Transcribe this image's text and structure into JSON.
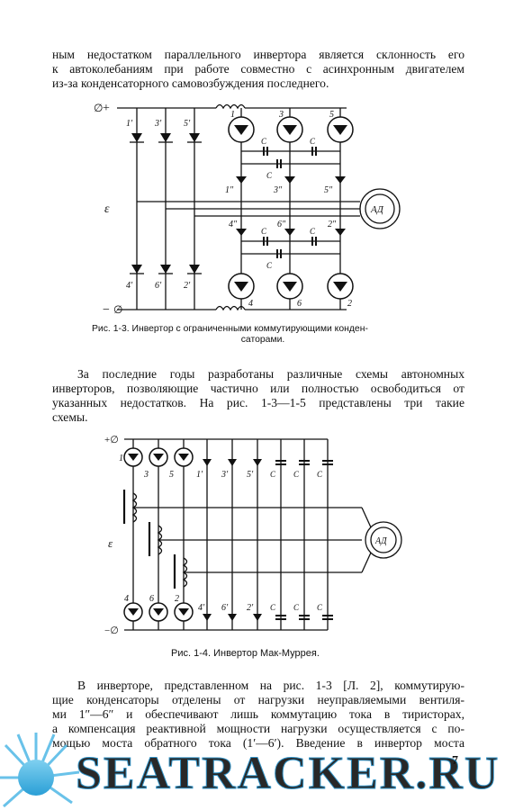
{
  "page": {
    "paragraph1": {
      "lines": [
        "ным недостатком параллельного инвертора является склонность его",
        "к автоколебаниям при работе совместно с асинхронным двигателем",
        "из-за конденсаторного самовозбуждения последнего."
      ]
    },
    "figure1": {
      "caption_lines": [
        "Рис. 1-3. Инвертор с ограниченными коммутирующими конден-",
        "саторами."
      ],
      "labels": {
        "plus": "+",
        "minus": "−",
        "null_sign": "∅",
        "epsilon": "ε",
        "motor": "АД",
        "cap": "С",
        "top_diodes": [
          "1′",
          "3′",
          "5′"
        ],
        "bottom_diodes": [
          "4′",
          "6′",
          "2′"
        ],
        "top_thyristors": [
          "1",
          "3",
          "5"
        ],
        "bottom_thyristors": [
          "4",
          "6",
          "2"
        ],
        "upper_valves": [
          "1″",
          "3″",
          "5″"
        ],
        "lower_valves": [
          "4″",
          "6″",
          "2″"
        ]
      }
    },
    "paragraph2": {
      "lines": [
        "За последние годы разработаны различные схемы автономных",
        "инверторов, позволяющие частично или полностью освободиться от",
        "указанных недостатков. На рис. 1-3—1-5 представлены три такие",
        "схемы."
      ]
    },
    "figure2": {
      "caption": "Рис. 1-4. Инвертор Мак-Муррея.",
      "labels": {
        "plus_null": "+∅",
        "minus_null": "−∅",
        "epsilon": "ε",
        "motor": "АД",
        "cap": "С",
        "top_thyristors": [
          "1",
          "3",
          "5"
        ],
        "bottom_thyristors": [
          "4",
          "6",
          "2"
        ],
        "top_diodes": [
          "1′",
          "3′",
          "5′"
        ],
        "bottom_diodes": [
          "4′",
          "6′",
          "2′"
        ]
      }
    },
    "paragraph3": {
      "lines": [
        "В инверторе, представленном на рис. 1-3 [Л. 2], коммутирую-",
        "щие конденсаторы отделены от нагрузки неуправляемыми вентиля-",
        "ми 1″—6″ и обеспечивают лишь коммутацию тока в тиристорах,",
        "а компенсация реактивной мощности нагрузки осуществляется с по-",
        "мощью моста обратного тока (1′—6′). Введение в инвертор моста"
      ]
    },
    "page_number": "7",
    "watermark": "SEATRACKER.RU"
  }
}
